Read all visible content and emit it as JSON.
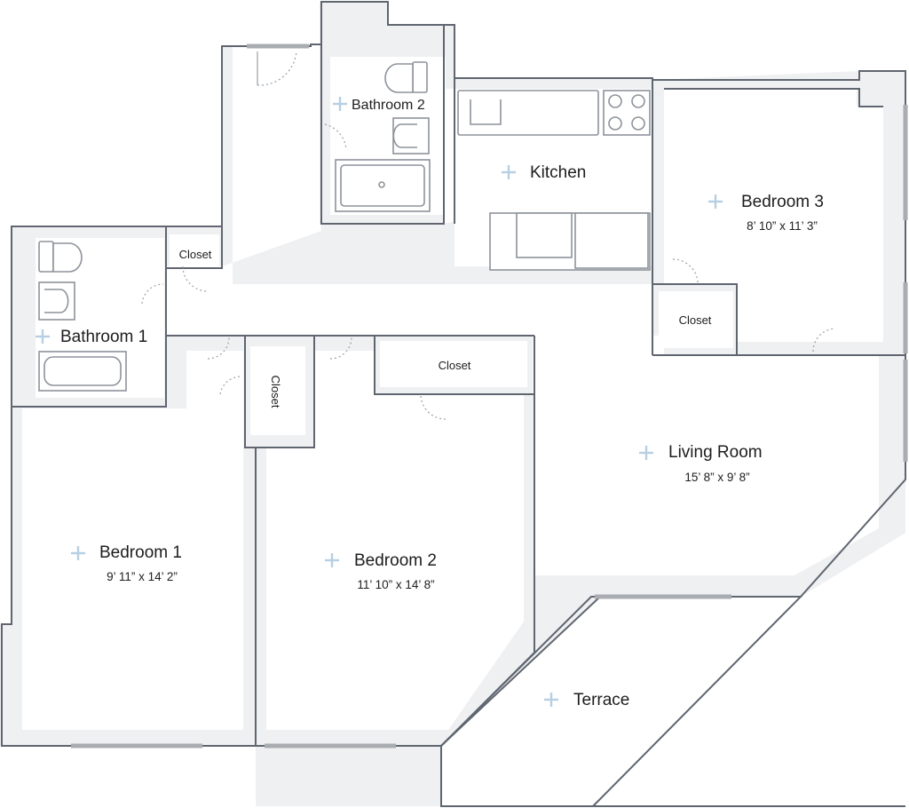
{
  "rooms": {
    "bathroom_1": {
      "name": "Bathroom 1"
    },
    "bathroom_2": {
      "name": "Bathroom 2"
    },
    "kitchen": {
      "name": "Kitchen"
    },
    "bedroom_1": {
      "name": "Bedroom 1",
      "dimensions": "9’ 11” x 14’ 2”"
    },
    "bedroom_2": {
      "name": "Bedroom 2",
      "dimensions": "11’ 10” x 14’ 8”"
    },
    "bedroom_3": {
      "name": "Bedroom 3",
      "dimensions": "8’ 10” x 11’ 3”"
    },
    "living_room": {
      "name": "Living Room",
      "dimensions": "15’ 8” x 9’ 8”"
    },
    "terrace": {
      "name": "Terrace"
    }
  },
  "closets": {
    "hall": "Closet",
    "bedroom_1": "Closet",
    "bedroom_2": "Closet",
    "bedroom_3": "Closet"
  },
  "colors": {
    "wall_fill": "#eff0f2",
    "outline": "#5f6670",
    "window": "#a9acb0",
    "marker": "#b7cfe2",
    "text": "#1d1d1f"
  },
  "icons": {
    "room_marker": "plus-marker-icon",
    "toilet": "toilet-icon",
    "sink": "sink-icon",
    "bathtub": "bathtub-icon",
    "stove": "stove-icon"
  }
}
